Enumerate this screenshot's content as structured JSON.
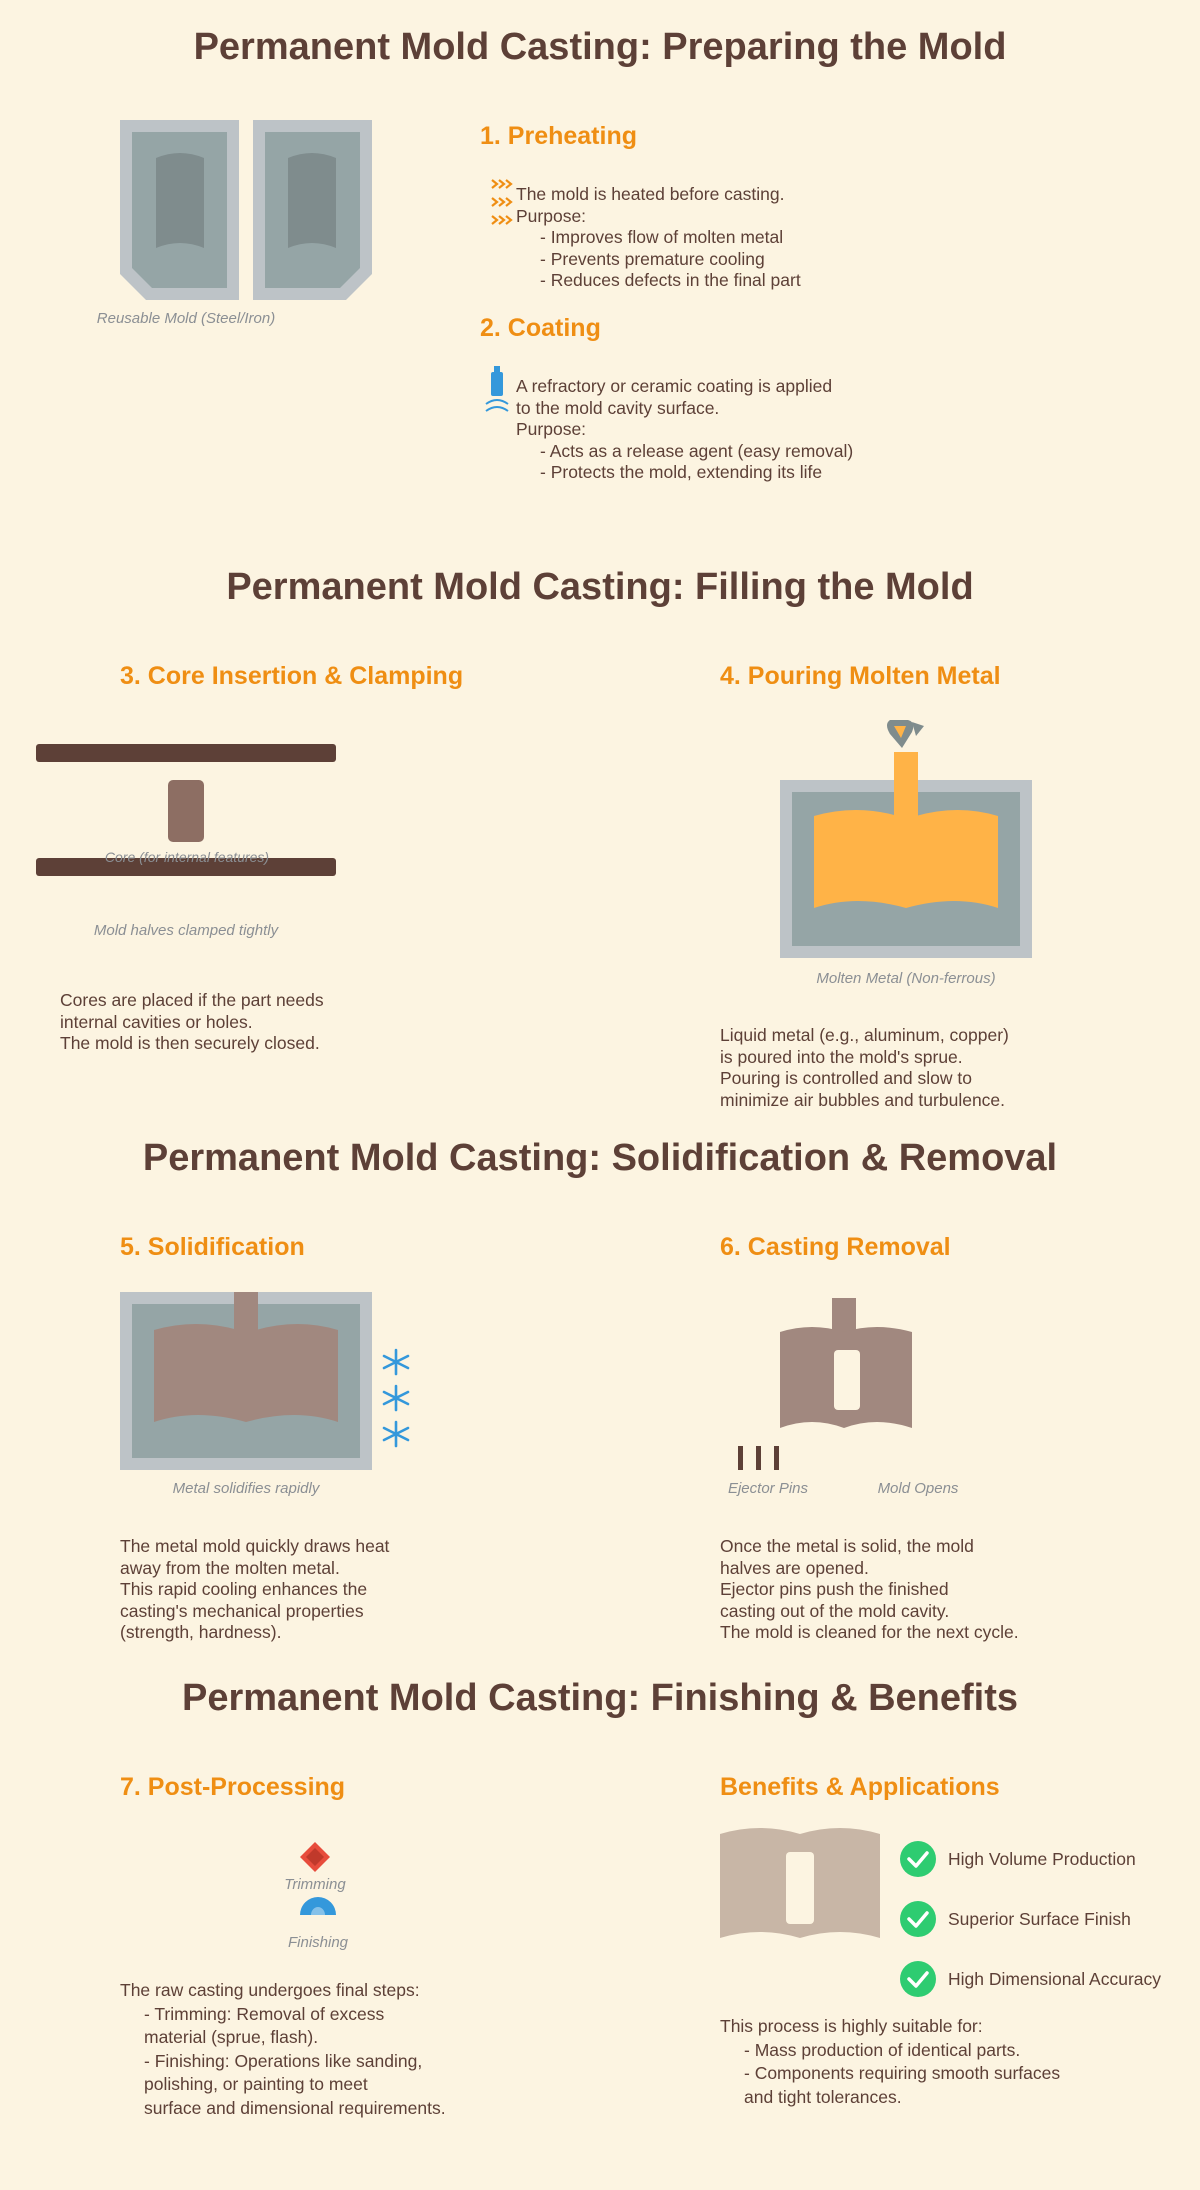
{
  "section1": {
    "title": "Permanent Mold Casting: Preparing the Mold",
    "mold_caption": "Reusable Mold (Steel/Iron)",
    "step1": {
      "heading": "1. Preheating",
      "lines": [
        "The mold is heated before casting.",
        "Purpose:"
      ],
      "bullets": [
        "- Improves flow of molten metal",
        "- Prevents premature cooling",
        "- Reduces defects in the final part"
      ]
    },
    "step2": {
      "heading": "2. Coating",
      "lines": [
        "A refractory or ceramic coating is applied",
        "to the mold cavity surface.",
        "Purpose:"
      ],
      "bullets": [
        "- Acts as a release agent (easy removal)",
        "- Protects the mold, extending its life"
      ]
    }
  },
  "section2": {
    "title": "Permanent Mold Casting: Filling the Mold",
    "step3": {
      "heading": "3. Core Insertion & Clamping",
      "core_label": "Core (for internal features)",
      "clamp_caption": "Mold halves clamped tightly",
      "lines": [
        "Cores are placed if the part needs",
        "internal cavities or holes.",
        "The mold is then securely closed."
      ]
    },
    "step4": {
      "heading": "4. Pouring Molten Metal",
      "caption": "Molten Metal (Non-ferrous)",
      "lines": [
        "Liquid metal (e.g., aluminum, copper)",
        "is poured into the mold's sprue.",
        "Pouring is controlled and slow to",
        "minimize air bubbles and turbulence."
      ]
    }
  },
  "section3": {
    "title": "Permanent Mold Casting: Solidification & Removal",
    "step5": {
      "heading": "5. Solidification",
      "caption": "Metal solidifies rapidly",
      "lines": [
        "The metal mold quickly draws heat",
        "away from the molten metal.",
        "This rapid cooling enhances the",
        "casting's mechanical properties",
        "(strength, hardness)."
      ]
    },
    "step6": {
      "heading": "6. Casting Removal",
      "pins_caption": "Ejector Pins",
      "opens_caption": "Mold Opens",
      "lines": [
        "Once the metal is solid, the mold",
        "halves are opened.",
        "Ejector pins push the finished",
        "casting out of the mold cavity.",
        "The mold is cleaned for the next cycle."
      ]
    }
  },
  "section4": {
    "title": "Permanent Mold Casting: Finishing & Benefits",
    "step7": {
      "heading": "7. Post-Processing",
      "trimming_label": "Trimming",
      "finishing_label": "Finishing",
      "intro": "The raw casting undergoes final steps:",
      "bullets": [
        "- Trimming: Removal of excess",
        "material (sprue, flash).",
        "- Finishing: Operations like sanding,",
        "polishing, or painting to meet",
        "surface and dimensional requirements."
      ]
    },
    "benefits": {
      "heading": "Benefits & Applications",
      "checks": [
        "High Volume Production",
        "Superior Surface Finish",
        "High Dimensional Accuracy"
      ],
      "intro": "This process is highly suitable for:",
      "bullets": [
        "- Mass production of identical parts.",
        "- Components requiring smooth surfaces",
        "and tight tolerances."
      ]
    }
  },
  "colors": {
    "background": "#fcf4e1",
    "title": "#5d4037",
    "accent": "#ef8e13",
    "mold_outer": "#bdc3c7",
    "mold_inner": "#95a5a6",
    "molten": "#ffb347",
    "solid_metal": "#a1887f",
    "cool": "#3498db",
    "check": "#2ecc71"
  }
}
